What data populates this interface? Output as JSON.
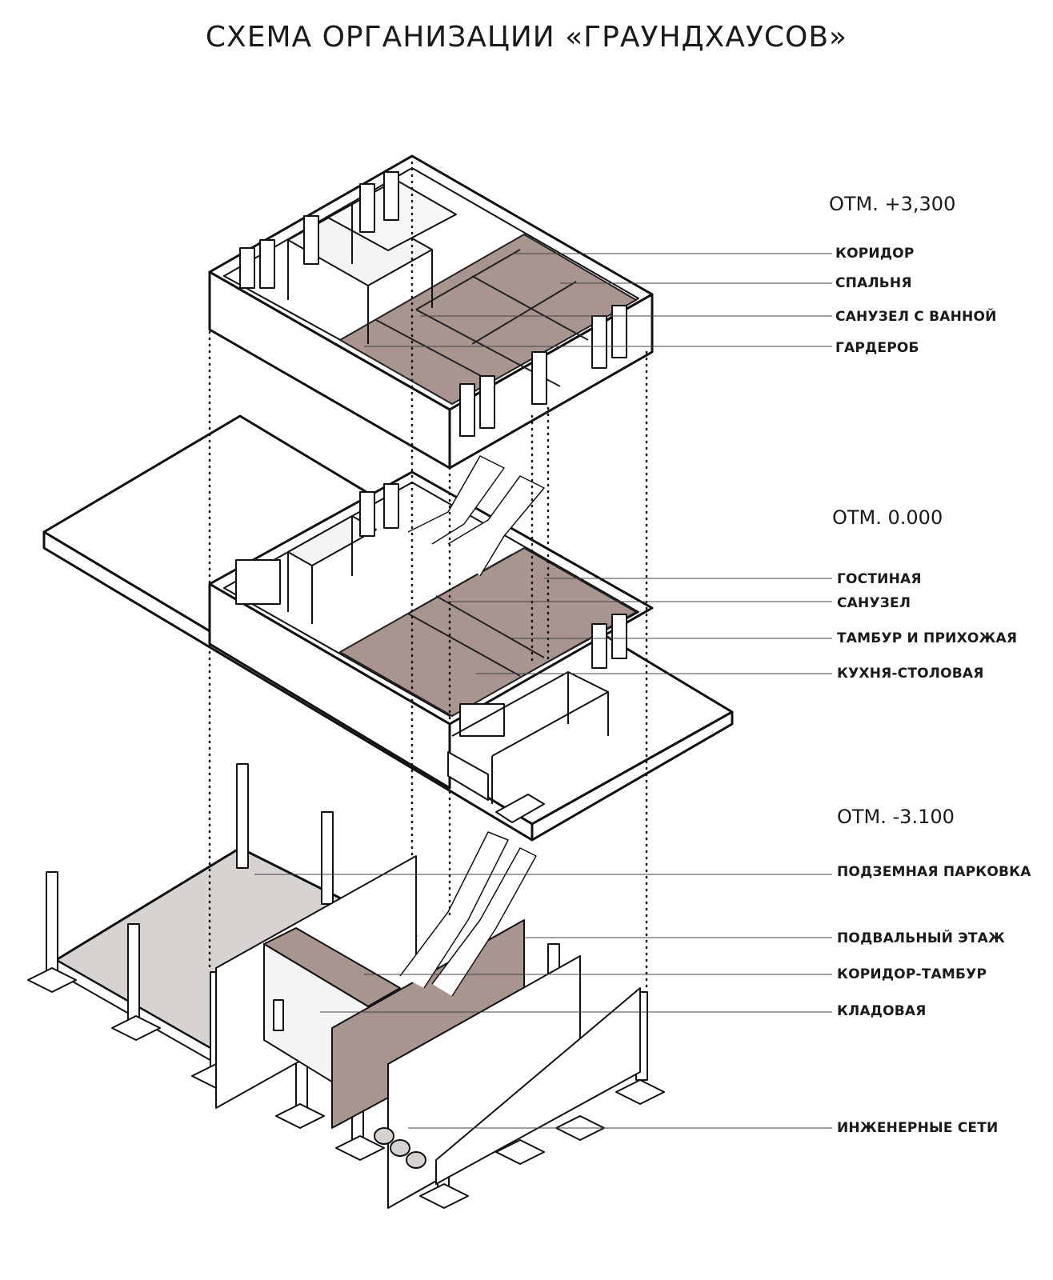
{
  "title": "СХЕМА ОРГАНИЗАЦИИ «ГРАУНДХАУСОВ»",
  "colors": {
    "room_fill": "#a99590",
    "slab_fill": "#d6d3d0",
    "line": "#111111"
  },
  "levels": [
    {
      "mark": "ОТМ. +3,300",
      "rooms": [
        "КОРИДОР",
        "СПАЛЬНЯ",
        "САНУЗЕЛ С ВАННОЙ",
        "ГАРДЕРОБ"
      ]
    },
    {
      "mark": "ОТМ. 0.000",
      "rooms": [
        "ГОСТИНАЯ",
        "САНУЗЕЛ",
        "ТАМБУР И ПРИХОЖАЯ",
        "КУХНЯ-СТОЛОВАЯ"
      ]
    },
    {
      "mark": "ОТМ. -3.100",
      "rooms": [
        "ПОДЗЕМНАЯ ПАРКОВКА",
        "ПОДВАЛЬНЫЙ ЭТАЖ",
        "КОРИДОР-ТАМБУР",
        "КЛАДОВАЯ",
        "ИНЖЕНЕРНЫЕ СЕТИ"
      ]
    }
  ]
}
